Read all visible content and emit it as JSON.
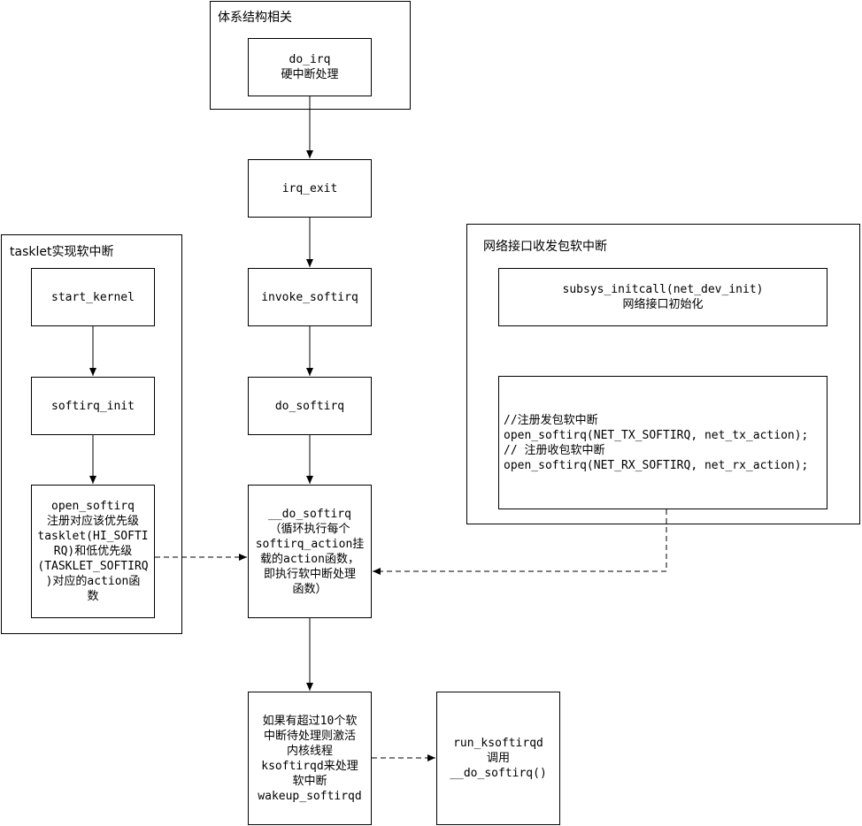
{
  "groups": {
    "arch": "体系结构相关",
    "tasklet": "tasklet实现软中断",
    "net": "网络接口收发包软中断"
  },
  "nodes": {
    "do_irq": "do_irq\n硬中断处理",
    "irq_exit": "irq_exit",
    "invoke_softirq": "invoke_softirq",
    "do_softirq": "do_softirq",
    "__do_softirq": "__do_softirq\n（循环执行每个\nsoftirq_action挂\n载的action函数，\n即执行软中断处理\n函数）",
    "start_kernel": "start_kernel",
    "softirq_init": "softirq_init",
    "open_softirq": "open_softirq\n注册对应该优先级\ntasklet(HI_SOFTI\nRQ)和低优先级\n(TASKLET_SOFTIRQ\n)对应的action函\n数",
    "net_dev_init": "subsys_initcall(net_dev_init)\n网络接口初始化",
    "open_softirq_net": "//注册发包软中断\nopen_softirq(NET_TX_SOFTIRQ, net_tx_action);\n// 注册收包软中断\nopen_softirq(NET_RX_SOFTIRQ, net_rx_action);",
    "wakeup": "如果有超过10个软\n中断待处理则激活\n内核线程\nksoftirqd来处理\n软中断\nwakeup_softirqd",
    "run_ksoftirqd": "run_ksoftirqd\n调用\n__do_softirq()"
  }
}
